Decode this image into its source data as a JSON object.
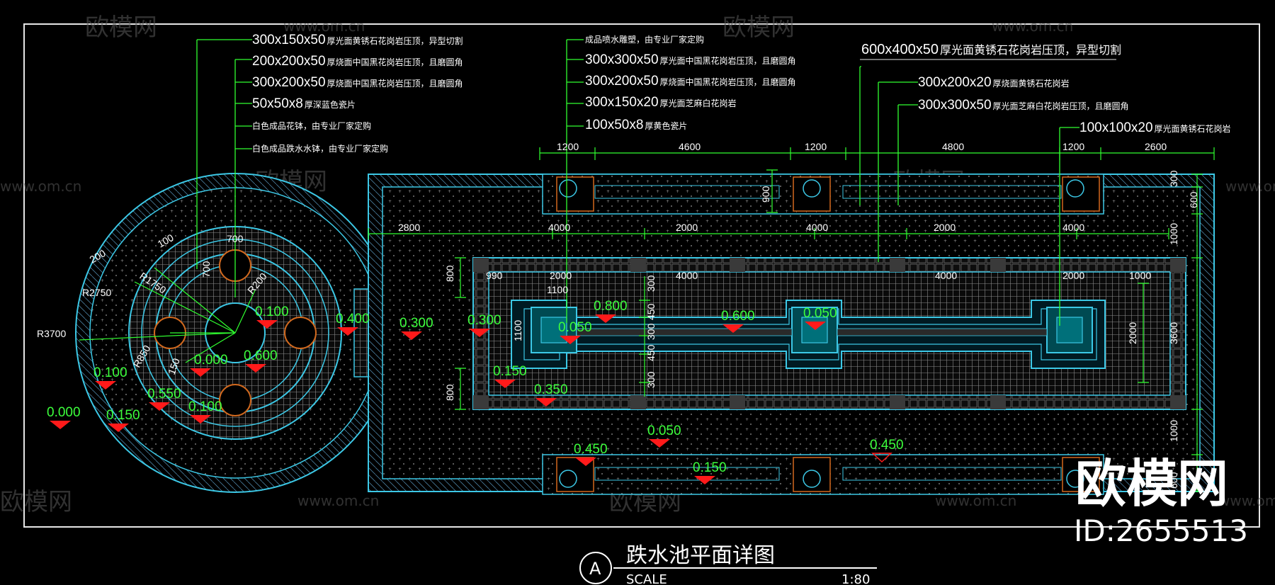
{
  "drawing": {
    "title": "跌水池平面详图",
    "label_letter": "A",
    "scale_label": "SCALE",
    "scale_value": "1:80"
  },
  "watermark": {
    "brand": "欧模网",
    "url": "www.om.cn",
    "url_short": "om.cn",
    "id": "ID:2655513"
  },
  "left_callouts": [
    {
      "dim": "300x150x50",
      "text": "厚光面黄锈石花岗岩压顶，异型切割"
    },
    {
      "dim": "200x200x50",
      "text": "厚烧面中国黑花岗岩压顶，且磨圆角"
    },
    {
      "dim": "300x200x50",
      "text": "厚烧面中国黑花岗岩压顶，且磨圆角"
    },
    {
      "dim": "50x50x8",
      "text": "厚深蓝色瓷片"
    },
    {
      "dim": "",
      "text": "白色成品花钵，由专业厂家定购"
    },
    {
      "dim": "",
      "text": "白色成品跌水水钵，由专业厂家定购"
    }
  ],
  "middle_callouts": [
    {
      "dim": "",
      "text": "成品喷水雕塑，由专业厂家定购"
    },
    {
      "dim": "300x300x50",
      "text": "厚光面中国黑花岗岩压顶，且磨圆角"
    },
    {
      "dim": "300x200x50",
      "text": "厚烧面中国黑花岗岩压顶，且磨圆角"
    },
    {
      "dim": "300x150x20",
      "text": "厚光面芝麻白花岗岩"
    },
    {
      "dim": "100x50x8",
      "text": "厚黄色瓷片"
    }
  ],
  "right_callouts": [
    {
      "dim": "600x400x50",
      "text": "厚光面黄锈石花岗岩压顶，异型切割"
    },
    {
      "dim": "300x200x20",
      "text": "厚烧面黄锈石花岗岩"
    },
    {
      "dim": "300x300x50",
      "text": "厚光面芝麻白花岗岩压顶，且磨圆角"
    },
    {
      "dim": "100x100x20",
      "text": "厚光面黄锈石花岗岩"
    }
  ],
  "top_dimensions": [
    "1200",
    "4600",
    "1200",
    "4800",
    "1200",
    "2600"
  ],
  "second_dimensions": [
    "2800",
    "4000",
    "2000",
    "4000",
    "2000",
    "4000"
  ],
  "inner_dimensions": [
    "990",
    "2000",
    "4000",
    "4000",
    "2000",
    "1000"
  ],
  "inner_sub": "1100",
  "vertical_left": [
    "800",
    "800"
  ],
  "vertical_right": [
    "300",
    "600",
    "1000",
    "3600",
    "1000",
    "600"
  ],
  "vertical_right_inner": [
    "2000"
  ],
  "vertical_center": [
    "900",
    "300",
    "450",
    "300",
    "450",
    "300"
  ],
  "vertical_pool": "1100",
  "radius_labels": [
    "R3700",
    "R2750",
    "R1750",
    "R200",
    "R850",
    "200",
    "100",
    "700",
    "700",
    "150"
  ],
  "elevations": [
    "0.000",
    "0.100",
    "0.150",
    "0.550",
    "0.100",
    "0.000",
    "0.600",
    "0.100",
    "0.400",
    "0.300",
    "0.300",
    "0.150",
    "0.350",
    "0.050",
    "0.800",
    "0.600",
    "0.050",
    "0.050",
    "0.450",
    "0.150",
    "0.450"
  ],
  "colors": {
    "background": "#000000",
    "outline_cyan": "#3cc8e6",
    "leader_green": "#30ff30",
    "elevation_red": "#ff1a1a",
    "paving_gray": "#8c8c8c",
    "text_white": "#ffffff",
    "basin_orange": "#d2691e"
  }
}
